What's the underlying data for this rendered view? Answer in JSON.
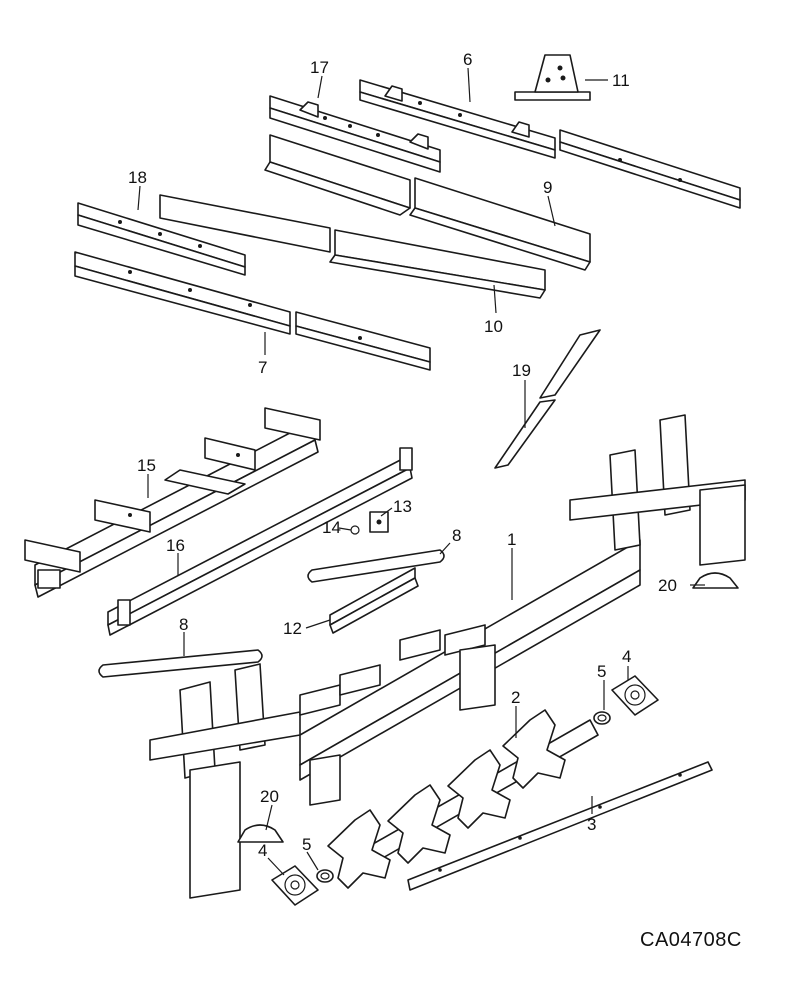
{
  "figure_code": "CA04708C",
  "callouts": {
    "c1": "1",
    "c2": "2",
    "c3": "3",
    "c4a": "4",
    "c4b": "4",
    "c5a": "5",
    "c5b": "5",
    "c6": "6",
    "c7": "7",
    "c8a": "8",
    "c8b": "8",
    "c9": "9",
    "c10": "10",
    "c11": "11",
    "c12": "12",
    "c13": "13",
    "c14": "14",
    "c15": "15",
    "c16": "16",
    "c17": "17",
    "c18": "18",
    "c19": "19",
    "c20a": "20",
    "c20b": "20"
  }
}
